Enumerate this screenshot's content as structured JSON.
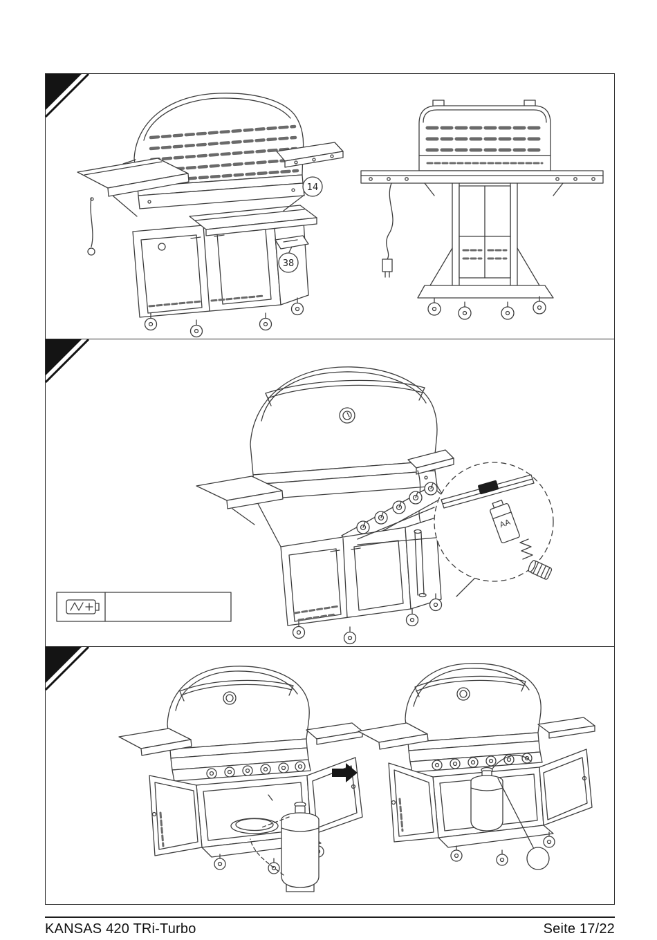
{
  "footer": {
    "model": "KANSAS 420 TRi-Turbo",
    "page_indicator": "Seite 17/22"
  },
  "step1": {
    "callout_tray": "14",
    "callout_bracket": "38"
  },
  "step2": {
    "battery_label": "AA"
  },
  "colors": {
    "line": "#3d3d3d",
    "corner_black": "#141414",
    "paper": "#ffffff"
  }
}
